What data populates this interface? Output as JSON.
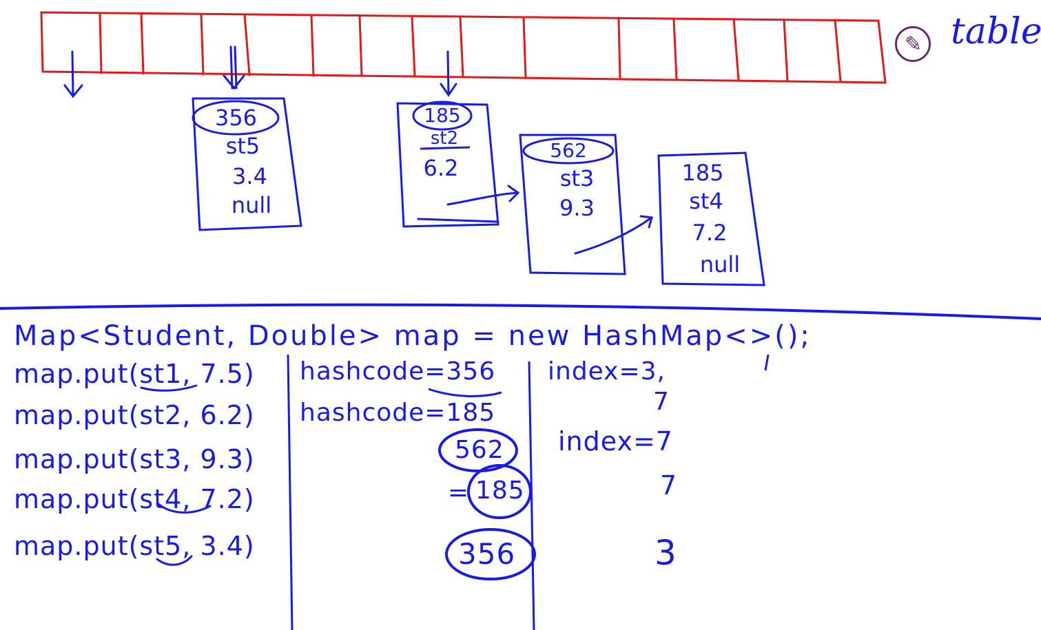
{
  "table": {
    "label": "table"
  },
  "toolbar": {
    "pen_icon": "pen-icon",
    "pen_glyph": "✎"
  },
  "colors": {
    "table_ink": "#e01919",
    "blue_ink": "#1a1ae6",
    "pen_button": "#6a2a6a"
  },
  "nodes": [
    {
      "hash": "356",
      "key": "st5",
      "value": "3.4",
      "next": "null"
    },
    {
      "hash": "185",
      "key": "st2",
      "value": "6.2",
      "next": ""
    },
    {
      "hash": "562",
      "key": "st3",
      "value": "9.3",
      "next": ""
    },
    {
      "hash": "185",
      "key": "st4",
      "value": "7.2",
      "next": "null"
    }
  ],
  "code": {
    "declaration": "Map<Student, Double> map = new HashMap<>();",
    "puts": [
      "map.put(st1, 7.5)",
      "map.put(st2, 6.2)",
      "map.put(st3, 9.3)",
      "map.put(st4, 7.2)",
      "map.put(st5, 3.4)"
    ]
  },
  "hashcodes": {
    "line1": "hashcode=356",
    "line2": "hashcode=185",
    "circled": [
      "562",
      "185",
      "356"
    ],
    "eq": "="
  },
  "indexes": {
    "line1": "index=3,",
    "line1b": "7",
    "line2": "index=7",
    "values": [
      "7",
      "3"
    ]
  }
}
